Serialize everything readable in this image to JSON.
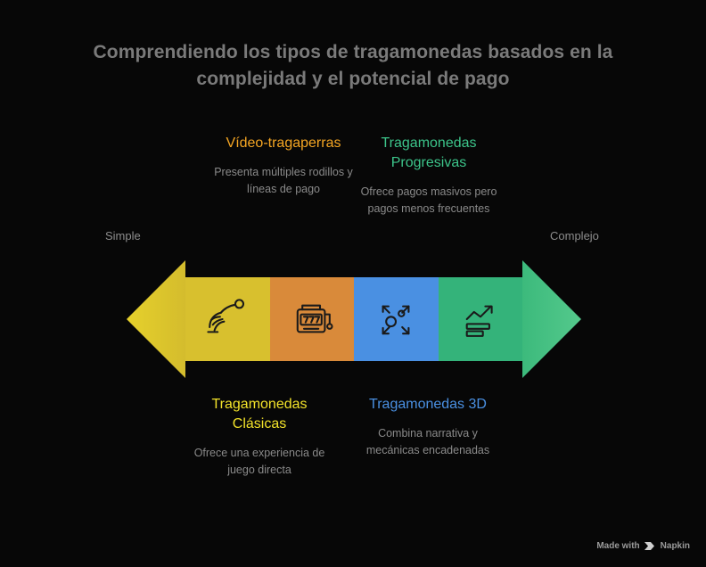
{
  "title": "Comprendiendo los tipos de tragamonedas basados en la complejidad y el potencial de pago",
  "axis": {
    "left_label": "Simple",
    "right_label": "Complejo",
    "left_arrow_color": "#e8cf2a",
    "right_arrow_color": "#3cba7c"
  },
  "blocks": [
    {
      "name": "block-classic",
      "color": "#d8c02e",
      "icon": "hand-pull-lever-icon"
    },
    {
      "name": "block-video",
      "color": "#d98a3a",
      "icon": "slot-machine-777-icon"
    },
    {
      "name": "block-3d",
      "color": "#4a90e2",
      "icon": "expand-arrows-circle-icon"
    },
    {
      "name": "block-progressive",
      "color": "#34b37a",
      "icon": "growth-chart-bars-icon"
    }
  ],
  "callouts": [
    {
      "key": "video",
      "heading": "Vídeo-tragaperras",
      "description": "Presenta múltiples rodillos y líneas de pago",
      "color": "#f5a623"
    },
    {
      "key": "progressive",
      "heading": "Tragamonedas Progresivas",
      "description": "Ofrece pagos masivos pero pagos menos frecuentes",
      "color": "#3cc48a"
    },
    {
      "key": "classic",
      "heading": "Tragamonedas Clásicas",
      "description": "Ofrece una experiencia de juego directa",
      "color": "#f2e22a"
    },
    {
      "key": "threed",
      "heading": "Tragamonedas 3D",
      "description": "Combina narrativa y mecánicas encadenadas",
      "color": "#4a90e2"
    }
  ],
  "footer": {
    "text": "Made with",
    "brand": "Napkin"
  }
}
